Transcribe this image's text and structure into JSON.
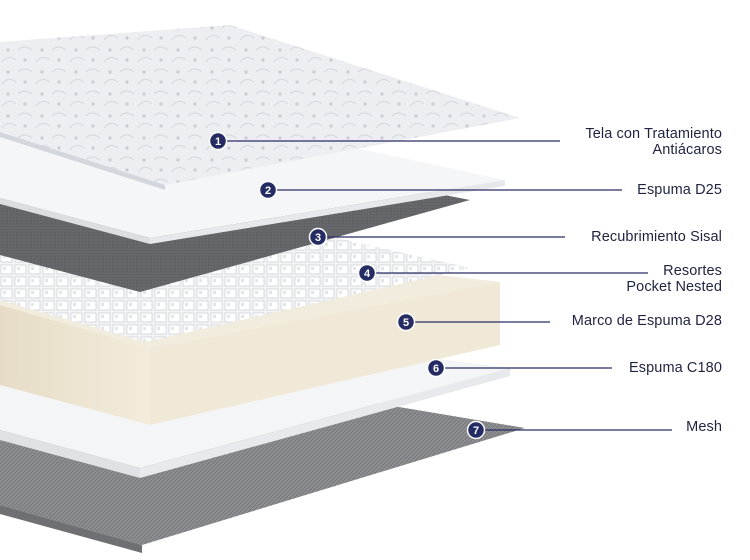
{
  "layers": [
    {
      "number": "1",
      "label_lines": [
        "Tela con Tratamiento",
        "Antiácaros"
      ]
    },
    {
      "number": "2",
      "label_lines": [
        "Espuma D25"
      ]
    },
    {
      "number": "3",
      "label_lines": [
        "Recubrimiento Sisal"
      ]
    },
    {
      "number": "4",
      "label_lines": [
        "Resortes",
        "Pocket Nested"
      ]
    },
    {
      "number": "5",
      "label_lines": [
        "Marco de Espuma D28"
      ]
    },
    {
      "number": "6",
      "label_lines": [
        "Espuma C180"
      ]
    },
    {
      "number": "7",
      "label_lines": [
        "Mesh"
      ]
    }
  ],
  "colors": {
    "marker": "#252b63",
    "leader_line": "#2a2f66",
    "fabric": "#e9ecf1",
    "foam_white": "#f4f5f7",
    "sisal": "#6b6c70",
    "springs": "#eef0f3",
    "foam_frame": "#efe7d6",
    "mesh": "#8a8b8e"
  }
}
